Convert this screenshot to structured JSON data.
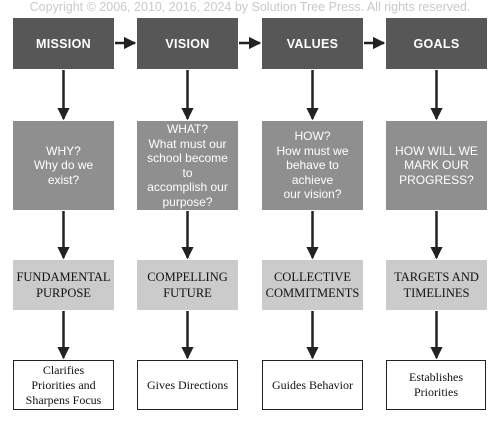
{
  "copyright": "Copyright © 2006, 2010, 2016, 2024 by Solution Tree Press. All rights reserved.",
  "columns": [
    {
      "header": "MISSION",
      "question": "WHY?\nWhy do we exist?",
      "concept": "FUNDAMENTAL\nPURPOSE",
      "outcome": "Clarifies\nPriorities and\nSharpens Focus"
    },
    {
      "header": "VISION",
      "question": "WHAT?\nWhat must our\nschool become to\naccomplish our\npurpose?",
      "concept": "COMPELLING\nFUTURE",
      "outcome": "Gives Directions"
    },
    {
      "header": "VALUES",
      "question": "HOW?\nHow must we\nbehave to achieve\nour vision?",
      "concept": "COLLECTIVE\nCOMMITMENTS",
      "outcome": "Guides Behavior"
    },
    {
      "header": "GOALS",
      "question": "HOW WILL WE\nMARK OUR\nPROGRESS?",
      "concept": "TARGETS AND\nTIMELINES",
      "outcome": "Establishes\nPriorities"
    }
  ],
  "colors": {
    "header_bg": "#575757",
    "question_bg": "#8f8f8f",
    "concept_bg": "#cbcbcb",
    "outcome_border": "#222222",
    "arrow": "#222222"
  }
}
